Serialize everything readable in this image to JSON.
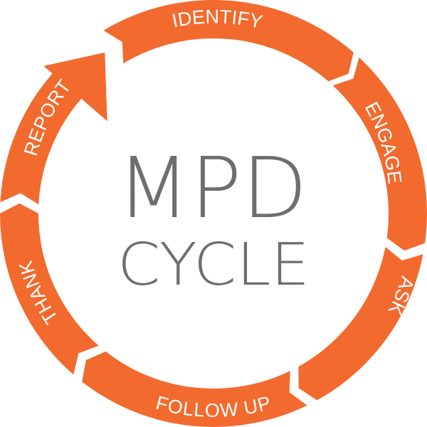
{
  "diagram": {
    "title_line1": "MPD",
    "title_line2": "CYCLE",
    "accent_color": "#f26a2e",
    "text_color": "#6d6e71",
    "steps": [
      {
        "label": "IDENTIFY"
      },
      {
        "label": "ENGAGE"
      },
      {
        "label": "ASK"
      },
      {
        "label": "FOLLOW UP"
      },
      {
        "label": "THANK"
      },
      {
        "label": "REPORT"
      }
    ]
  }
}
